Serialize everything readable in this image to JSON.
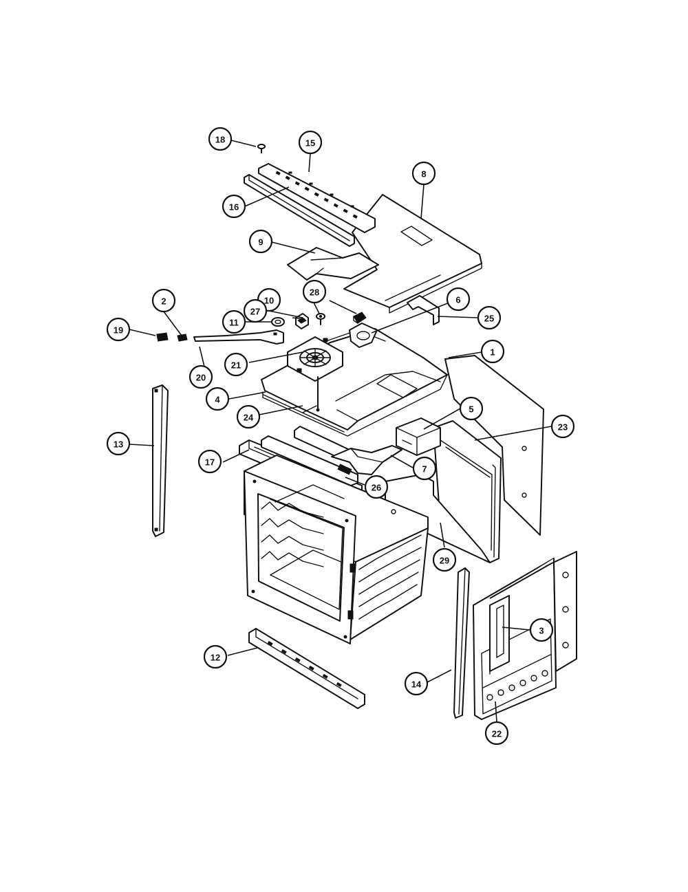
{
  "callouts": [
    {
      "label": "18"
    },
    {
      "label": "15"
    },
    {
      "label": "8"
    },
    {
      "label": "16"
    },
    {
      "label": "9"
    },
    {
      "label": "10"
    },
    {
      "label": "28"
    },
    {
      "label": "6"
    },
    {
      "label": "2"
    },
    {
      "label": "27"
    },
    {
      "label": "25"
    },
    {
      "label": "19"
    },
    {
      "label": "11"
    },
    {
      "label": "1"
    },
    {
      "label": "21"
    },
    {
      "label": "20"
    },
    {
      "label": "4"
    },
    {
      "label": "5"
    },
    {
      "label": "24"
    },
    {
      "label": "23"
    },
    {
      "label": "13"
    },
    {
      "label": "17"
    },
    {
      "label": "7"
    },
    {
      "label": "26"
    },
    {
      "label": "29"
    },
    {
      "label": "3"
    },
    {
      "label": "12"
    },
    {
      "label": "14"
    },
    {
      "label": "22"
    }
  ]
}
